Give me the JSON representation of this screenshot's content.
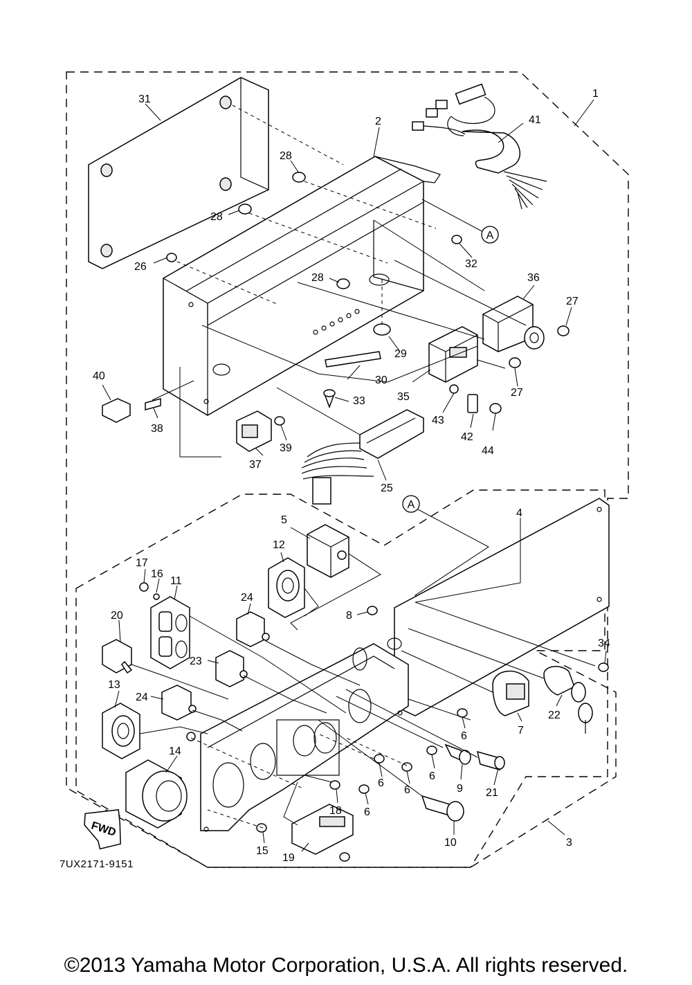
{
  "diagram": {
    "doc_code": "7UX2171-9151",
    "copyright": "©2013 Yamaha Motor Corporation, U.S.A. All rights reserved.",
    "fwd_label": "FWD",
    "connector_marks": {
      "a_upper": "A",
      "a_lower": "A"
    },
    "callouts": {
      "p1": "1",
      "p2": "2",
      "p3": "3",
      "p4": "4",
      "p5": "5",
      "p6a": "6",
      "p6b": "6",
      "p6c": "6",
      "p6d": "6",
      "p6e": "6",
      "p7": "7",
      "p8": "8",
      "p9": "9",
      "p10": "10",
      "p11": "11",
      "p12": "12",
      "p13": "13",
      "p14": "14",
      "p15": "15",
      "p16": "16",
      "p17": "17",
      "p18": "18",
      "p19": "19",
      "p20": "20",
      "p21": "21",
      "p22": "22",
      "p23": "23",
      "p24a": "24",
      "p24b": "24",
      "p25": "25",
      "p26": "26",
      "p27a": "27",
      "p27b": "27",
      "p28a": "28",
      "p28b": "28",
      "p28c": "28",
      "p29": "29",
      "p30": "30",
      "p31": "31",
      "p32": "32",
      "p33": "33",
      "p34": "34",
      "p35": "35",
      "p36": "36",
      "p37": "37",
      "p38": "38",
      "p39": "39",
      "p40": "40",
      "p41": "41",
      "p42": "42",
      "p43": "43",
      "p44": "44"
    }
  }
}
